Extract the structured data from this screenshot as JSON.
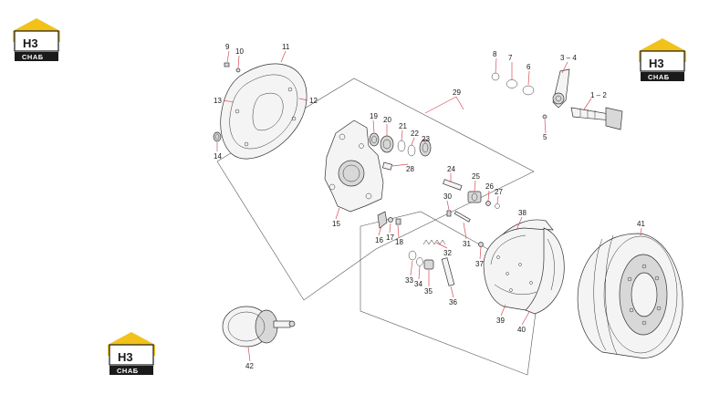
{
  "brand": {
    "name_top": "H3",
    "name_bottom": "СНАБ",
    "colors": {
      "accent": "#f2c21b",
      "dark": "#1a1a1a"
    }
  },
  "callouts": [
    "1 – 2",
    "3 – 4",
    "5",
    "6",
    "7",
    "8",
    "9",
    "10",
    "11",
    "12",
    "13",
    "14",
    "15",
    "16",
    "17",
    "18",
    "19",
    "20",
    "21",
    "22",
    "23",
    "24",
    "25",
    "26",
    "27",
    "28",
    "29",
    "30",
    "31",
    "32",
    "33",
    "34",
    "35",
    "36",
    "37",
    "38",
    "39",
    "40",
    "41",
    "42"
  ],
  "colors": {
    "leader": "#d94b55"
  }
}
